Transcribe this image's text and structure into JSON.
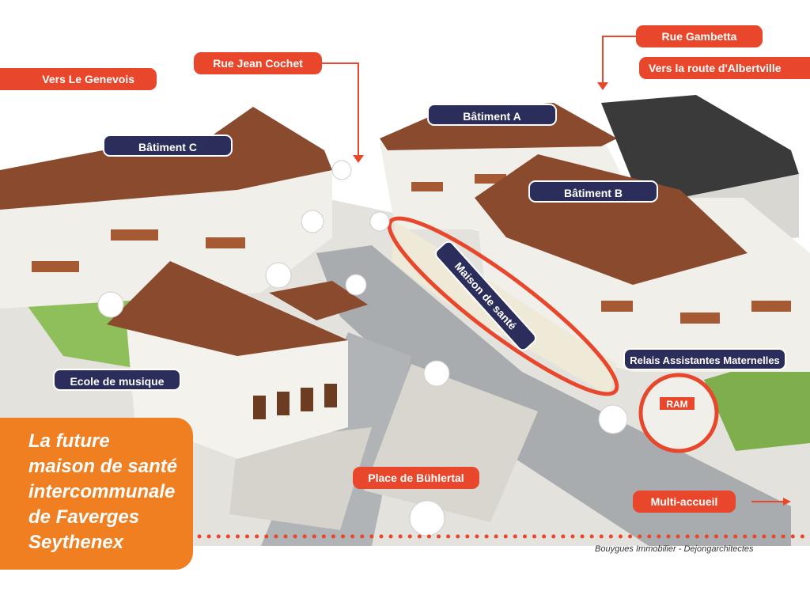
{
  "labels": {
    "rue_gambetta": "Rue Gambetta",
    "vers_albertville": "Vers la route d'Albertville",
    "rue_jean_cochet": "Rue Jean Cochet",
    "vers_genevois": "Vers Le Genevois",
    "batiment_a": "Bâtiment A",
    "batiment_b": "Bâtiment B",
    "batiment_c": "Bâtiment C",
    "maison_de_sante": "Maison de santé",
    "relais": "Relais Assistantes Maternelles",
    "ecole": "Ecole de musique",
    "place": "Place de Bühlertal",
    "multi_accueil": "Multi-accueil",
    "ram_sign": "RAM"
  },
  "title_lines": [
    "La future",
    "maison de santé",
    "intercommunale",
    "de Faverges",
    "Seythenex"
  ],
  "credit": "Bouygues Immobilier - Dejongarchitectes",
  "colors": {
    "label_red": "#e8472b",
    "label_navy": "#2b2d5a",
    "title_orange": "#f07f22",
    "roof_brown": "#8a4a2e",
    "roof_grey": "#3a3a3a",
    "wall": "#f1efe9",
    "road": "#a9acae",
    "grass": "#8fbf5a"
  }
}
